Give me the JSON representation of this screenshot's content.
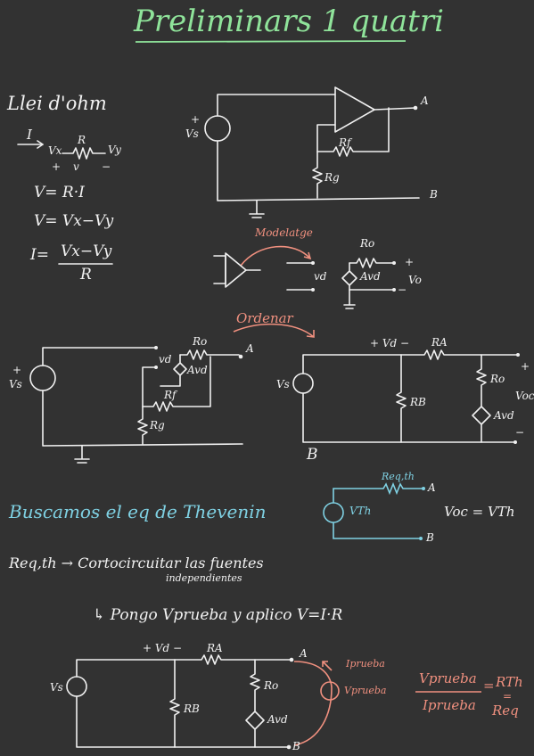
{
  "colors": {
    "background": "#323232",
    "ink": "#f2f2f2",
    "title": "#8fe39a",
    "heading": "#7fd1e3",
    "annotation": "#f0907f"
  },
  "title": "Preliminars 1 quatri",
  "ohm": {
    "heading": "Llei d'ohm",
    "current": "I",
    "vx": "Vx",
    "r": "R",
    "vy": "Vy",
    "plus": "+",
    "v": "v",
    "minus": "−",
    "eq1": "V= R·I",
    "eq2": "V= Vx−Vy",
    "eq3_lhs": "I=",
    "eq3_num": "Vx−Vy",
    "eq3_den": "R"
  },
  "c1": {
    "vs": "Vs",
    "plus": "+",
    "a": "A",
    "rf": "Rf",
    "rg": "Rg",
    "b": "B"
  },
  "model": {
    "label": "Modelatge",
    "ro": "Ro",
    "avd": "Avd",
    "vd": "vd",
    "vo": "Vo",
    "plus": "+",
    "minus": "−"
  },
  "c2": {
    "vs": "Vs",
    "vd": "vd",
    "ro": "Ro",
    "avd": "Avd",
    "a": "A",
    "rf": "Rf",
    "rg": "Rg",
    "plus": "+",
    "minus": "−"
  },
  "ordenar": "Ordenar",
  "c3": {
    "b": "B",
    "vs": "Vs",
    "vd": "+ Vd −",
    "ra": "RA",
    "rb": "RB",
    "ro": "Ro",
    "avd": "Avd",
    "voc": "Voc",
    "plus": "+",
    "minus": "−"
  },
  "thev": {
    "heading": "Buscamos el eq de Thevenin",
    "reqth": "Req,th",
    "vth": "VTh",
    "a": "A",
    "b": "B",
    "voc_eq": "Voc = VTh"
  },
  "steps": {
    "s1": "Req,th → Cortocircuitar las fuentes",
    "s1_sub": "independientes",
    "s2": "↳ Pongo Vprueba y aplico V=I·R"
  },
  "c4": {
    "vs": "Vs",
    "vd": "+ Vd −",
    "ra": "RA",
    "rb": "RB",
    "ro": "Ro",
    "avd": "Avd",
    "a": "A",
    "b": "B",
    "ipr": "Iprueba",
    "vpr": "Vprueba"
  },
  "formula": {
    "num": "Vprueba",
    "den": "Iprueba",
    "eq": "=",
    "rth": "RTh",
    "eq2": "=",
    "req": "Req"
  }
}
